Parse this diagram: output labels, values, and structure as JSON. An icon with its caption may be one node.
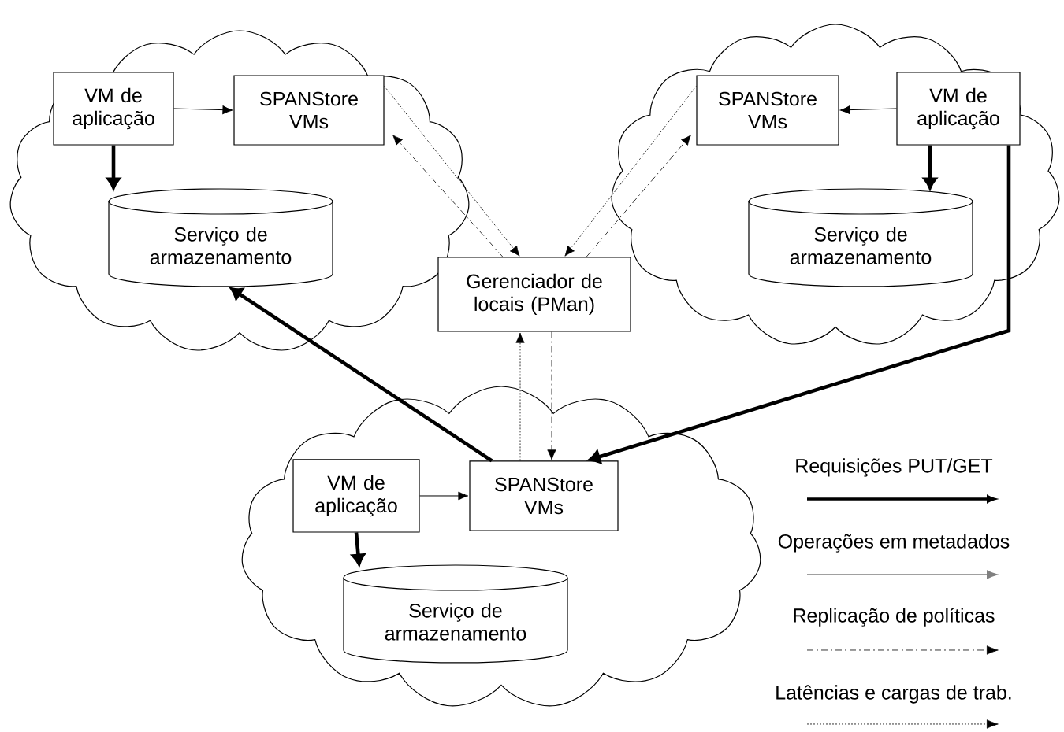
{
  "diagram": {
    "nodes": [
      {
        "text": [],
        "shape": "cloud"
      },
      {
        "text": [
          "VM de aplicação"
        ],
        "in": 0
      },
      {
        "text": [
          "SPANStore VMs"
        ],
        "in": 0
      },
      {
        "text": [
          "Serviço de armazenamento"
        ],
        "in": 0
      },
      {
        "text": [],
        "shape": "cloud"
      },
      {
        "text": [
          "SPANStore VMs"
        ],
        "in": 4
      },
      {
        "text": [
          "VM de aplicação"
        ],
        "in": 4
      },
      {
        "text": [
          "Serviço de armazenamento"
        ],
        "in": 4
      },
      {
        "text": [
          "Gerenciador de locais (PMan)"
        ]
      },
      {
        "text": [],
        "shape": "cloud"
      },
      {
        "text": [
          "VM de aplicação"
        ],
        "in": 9
      },
      {
        "text": [
          "SPANStore VMs"
        ],
        "in": 9
      },
      {
        "text": [
          "Serviço de armazenamento"
        ],
        "in": 9
      }
    ],
    "edges": [
      {
        "from": 1,
        "to": 2,
        "arrow": "to"
      },
      {
        "from": 1,
        "to": 3,
        "arrow": "to",
        "style": "thick"
      },
      {
        "from": 11,
        "to": 3,
        "arrow": "to",
        "style": "thick"
      },
      {
        "from": 2,
        "to": 8,
        "arrow": "to",
        "style": "dashed"
      },
      {
        "from": 8,
        "to": 2,
        "arrow": "to",
        "style": "dashed"
      },
      {
        "from": 6,
        "to": 5,
        "arrow": "to"
      },
      {
        "from": 6,
        "to": 7,
        "arrow": "to",
        "style": "thick"
      },
      {
        "from": 5,
        "to": 8,
        "arrow": "to",
        "style": "dashed"
      },
      {
        "from": 8,
        "to": 5,
        "arrow": "to",
        "style": "dashed"
      },
      {
        "from": 6,
        "to": 11,
        "arrow": "to",
        "style": "thick"
      },
      {
        "from": 11,
        "to": 8,
        "arrow": "to",
        "style": "dashed"
      },
      {
        "from": 8,
        "to": 11,
        "arrow": "to",
        "style": "dashed"
      },
      {
        "from": 10,
        "to": 11,
        "arrow": "to"
      },
      {
        "from": 10,
        "to": 12,
        "arrow": "to",
        "style": "thick"
      }
    ],
    "legend": [
      {
        "text": "Requisições PUT/GET"
      },
      {
        "text": "Operações em metadados"
      },
      {
        "text": "Replicação de políticas"
      },
      {
        "text": "Latências e cargas de trab."
      }
    ]
  }
}
